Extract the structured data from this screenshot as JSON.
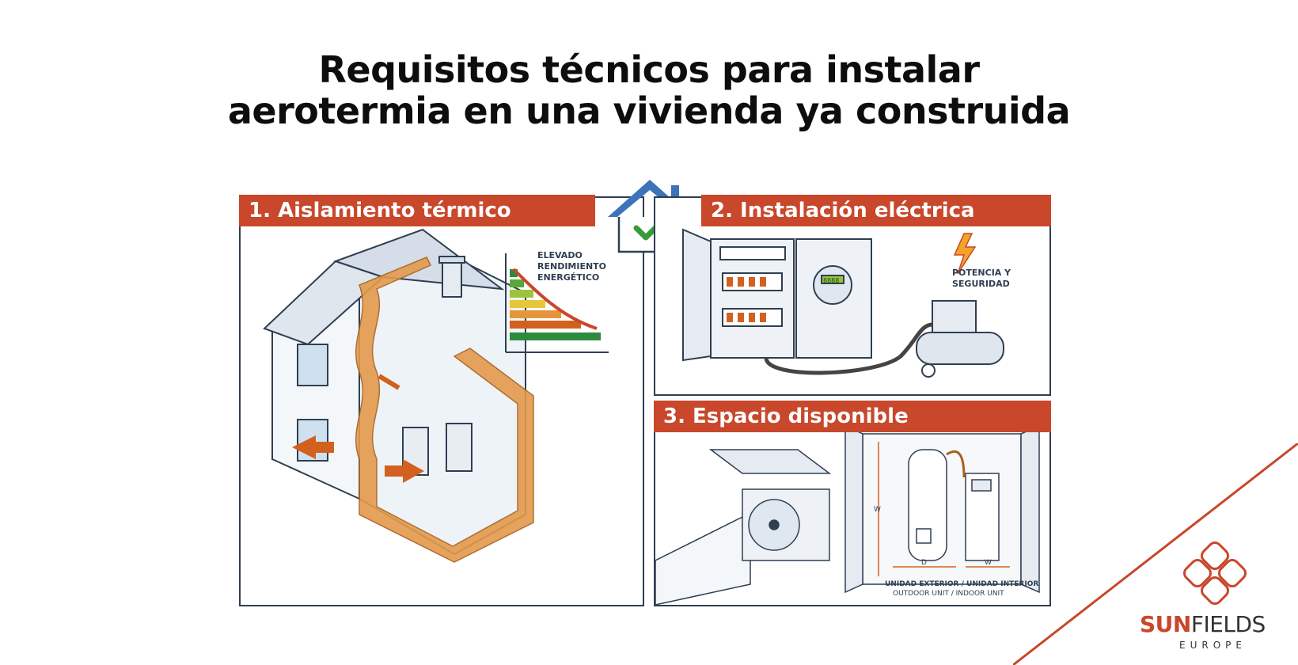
{
  "title": {
    "line1": "Requisitos técnicos para instalar",
    "line2": "aerotermia en una vivienda ya construida"
  },
  "sections": [
    {
      "label": "1. Aislamiento térmico",
      "annotation": [
        "ELEVADO",
        "RENDIMIENTO",
        "ENERGÉTICO"
      ]
    },
    {
      "label": "2. Instalación eléctrica",
      "annotation": [
        "POTENCIA Y",
        "SEGURIDAD"
      ],
      "meter_display": "8888"
    },
    {
      "label": "3. Espacio disponible",
      "dimension_labels": {
        "height": "W",
        "depth": "D",
        "width": "W"
      },
      "caption1": "UNIDAD EXTERIOR / UNIDAD INTERIOR",
      "caption2": "OUTDOOR UNIT / INDOOR UNIT"
    }
  ],
  "icons": {
    "house": "house-check-icon",
    "lightning": "lightning-icon",
    "logo": "sunfields-logo-icon"
  },
  "brand": {
    "name_part1": "SUN",
    "name_part2": "FIELDS",
    "sub": "EUROPE"
  },
  "colors": {
    "accent": "#c9472a",
    "outline": "#2f3f52",
    "insulation": "#e39a4c",
    "check": "#3a9a3a"
  }
}
